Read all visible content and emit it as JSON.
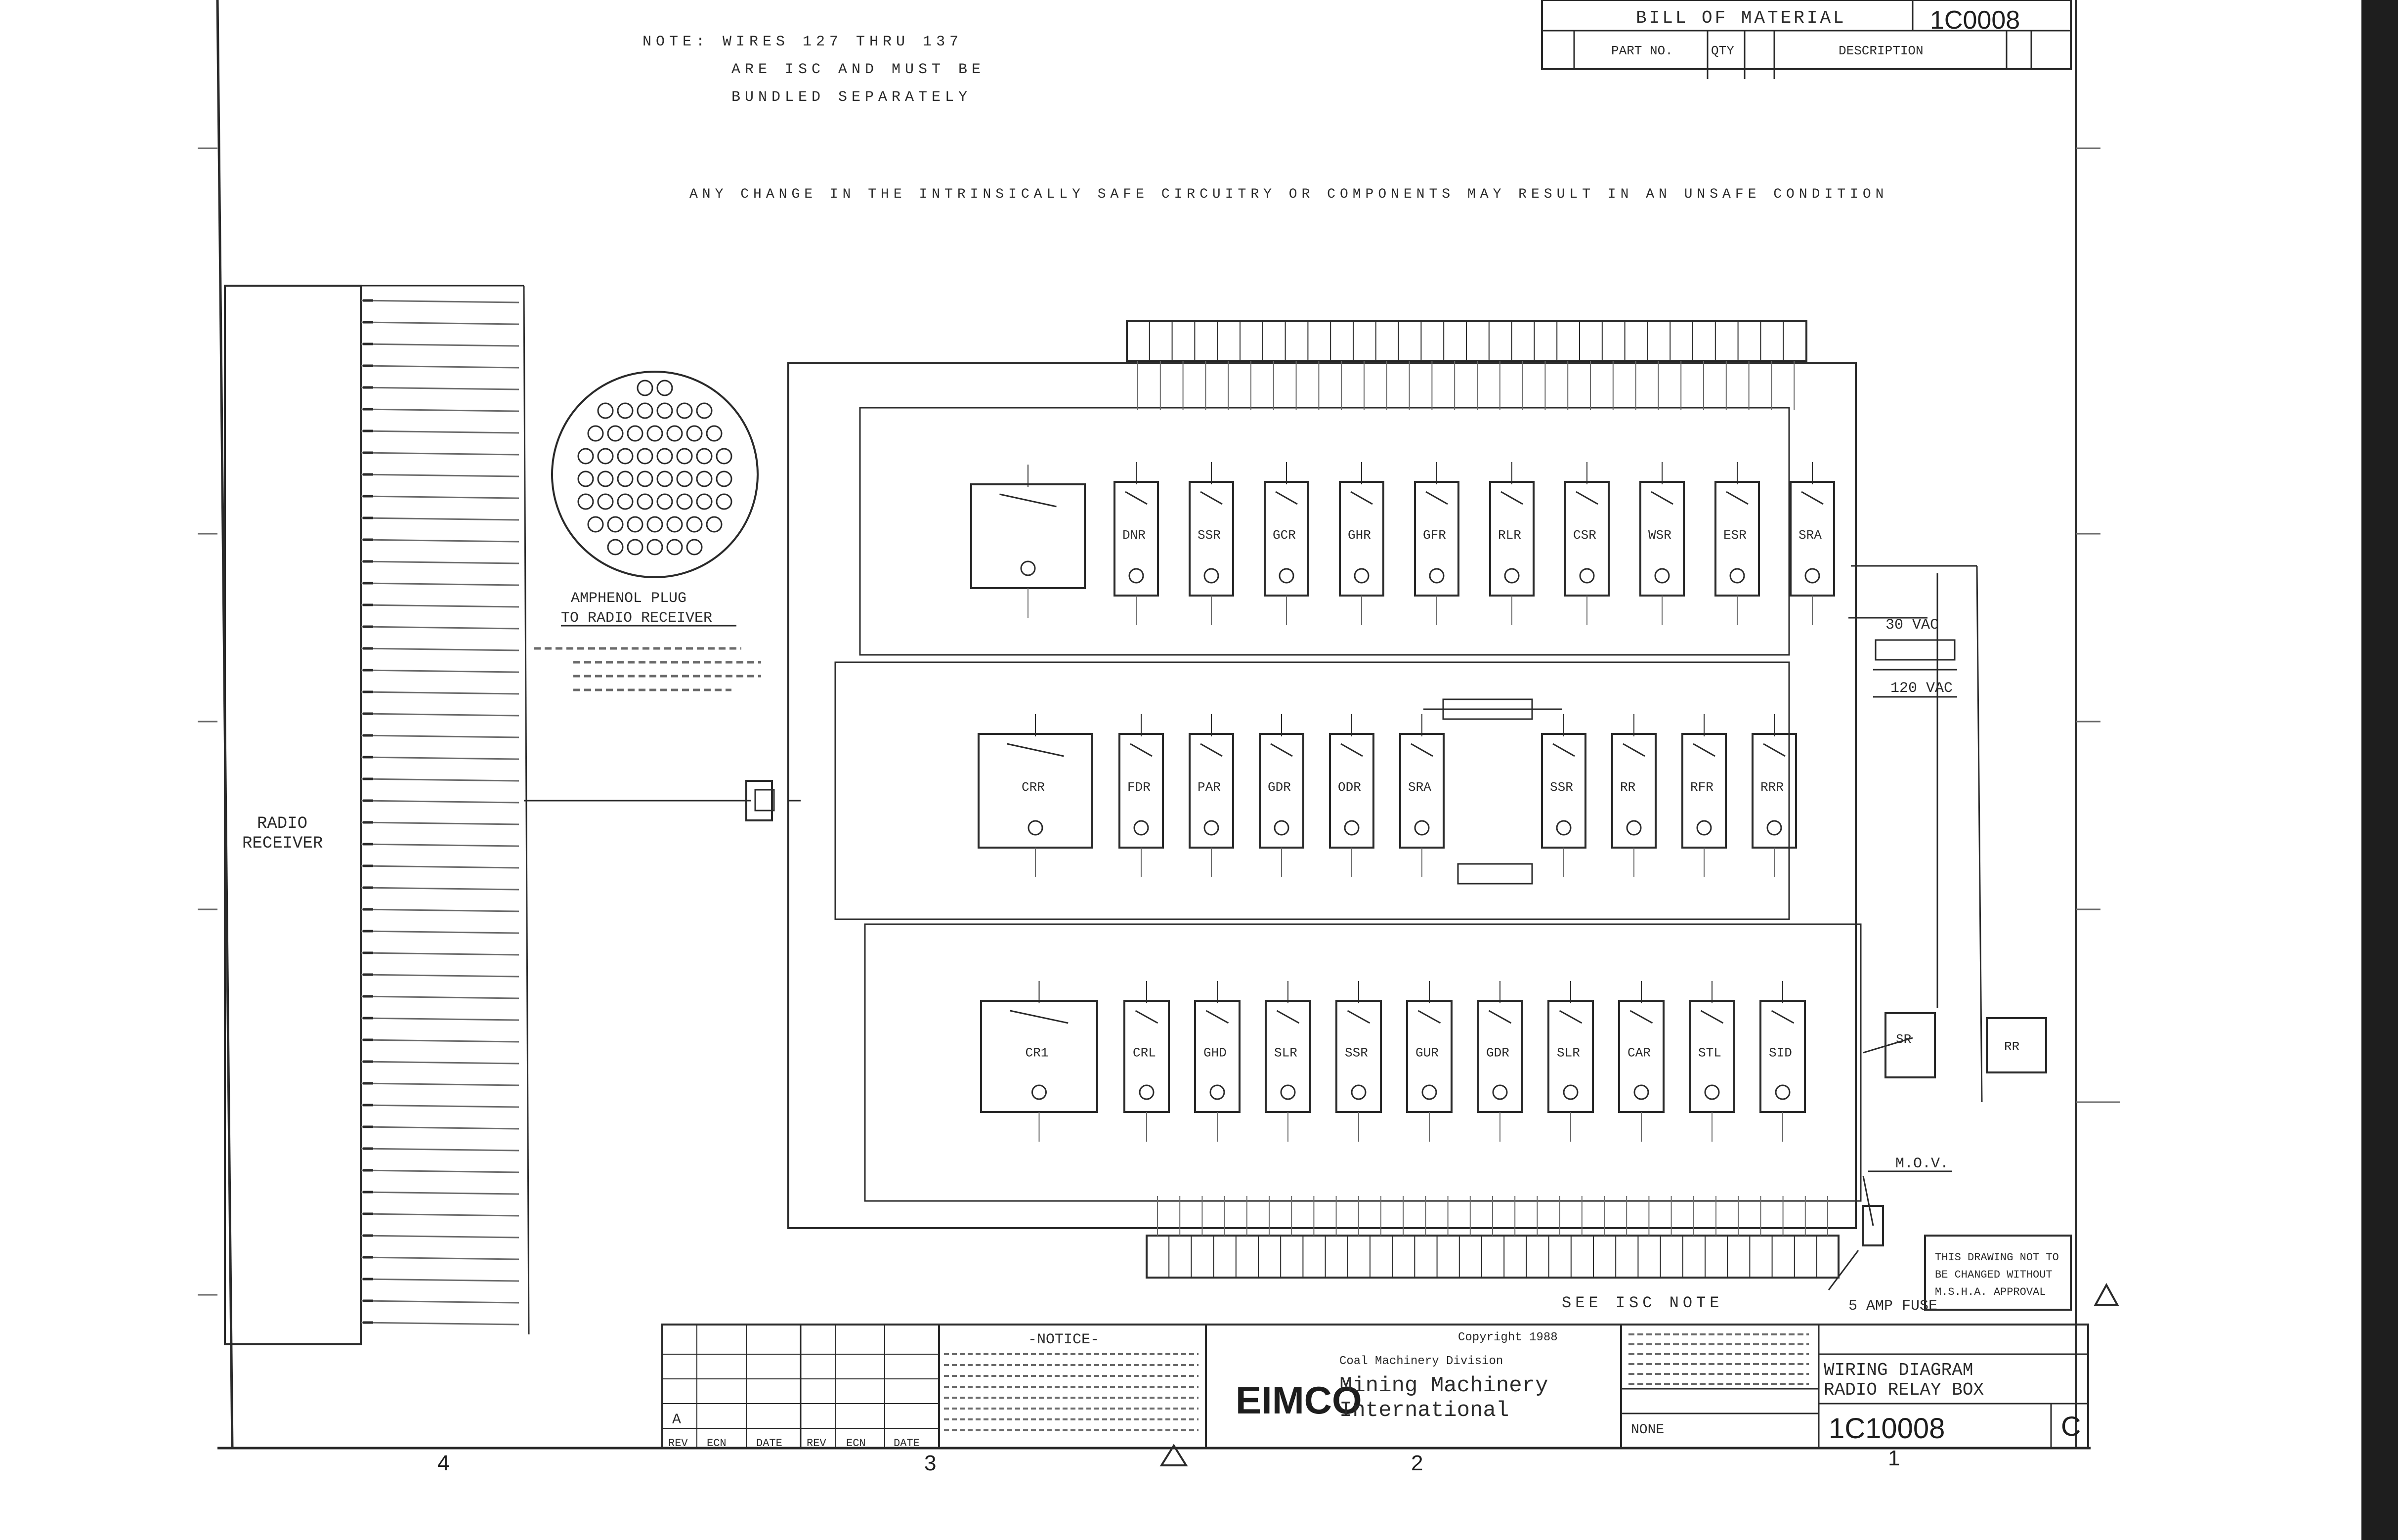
{
  "notes": {
    "wires_note": [
      "NOTE: WIRES 127 THRU 137",
      "ARE ISC AND MUST BE",
      "BUNDLED SEPARATELY"
    ],
    "warning": "ANY CHANGE IN THE INTRINSICALLY SAFE CIRCUITRY OR COMPONENTS MAY RESULT IN AN UNSAFE CONDITION",
    "see_isc": "SEE ISC NOTE",
    "plug_label": [
      "AMPHENOL PLUG",
      "TO RADIO RECEIVER"
    ],
    "receiver_label": [
      "RADIO",
      "RECEIVER"
    ],
    "fuse_label": "5 AMP FUSE",
    "vac_30": "30 VAC",
    "vac_120": "120 VAC",
    "mov": "M.O.V.",
    "revision_note": [
      "THIS DRAWING NOT TO",
      "BE CHANGED WITHOUT",
      "M.S.H.A. APPROVAL"
    ],
    "notice_title": "-NOTICE-"
  },
  "bill_of_material": {
    "title": "BILL OF MATERIAL",
    "number": "1C0008",
    "columns": [
      "PART NO.",
      "QTY",
      "DESCRIPTION"
    ]
  },
  "title_block": {
    "company_logo": "EIMCO",
    "company": [
      "Mining Machinery",
      "International"
    ],
    "division": "Coal Machinery Division",
    "copyright": "Copyright 1988",
    "drawing_title": [
      "WIRING DIAGRAM",
      "RADIO RELAY BOX"
    ],
    "drawing_number": "1C10008",
    "size": "C",
    "scale": "NONE"
  },
  "revision_block": {
    "columns": [
      "REV",
      "ECN",
      "DATE",
      "REV",
      "ECN",
      "DATE"
    ],
    "row_a": [
      "A",
      "",
      ""
    ]
  },
  "zones": [
    "4",
    "3",
    "2",
    "1"
  ],
  "relays": {
    "row1": [
      "DNR",
      "SSR",
      "GCR",
      "GHR",
      "GFR",
      "RLR",
      "CSR",
      "WSR",
      "ESR",
      "SRA"
    ],
    "row2": [
      "CRR",
      "FDR",
      "PAR",
      "GDR",
      "ODR",
      "SRA",
      "SSR",
      "RR",
      "RFR",
      "RRR"
    ],
    "row3": [
      "CR1",
      "CRL",
      "GHD",
      "SLR",
      "SSR",
      "GUR",
      "GDR",
      "SLR",
      "CAR",
      "STL",
      "SID"
    ],
    "extra": [
      "SR",
      "RR"
    ]
  },
  "icons": {
    "plug": "amphenol-plug-icon",
    "fuse": "fuse-icon",
    "relay": "relay-symbol-icon"
  }
}
